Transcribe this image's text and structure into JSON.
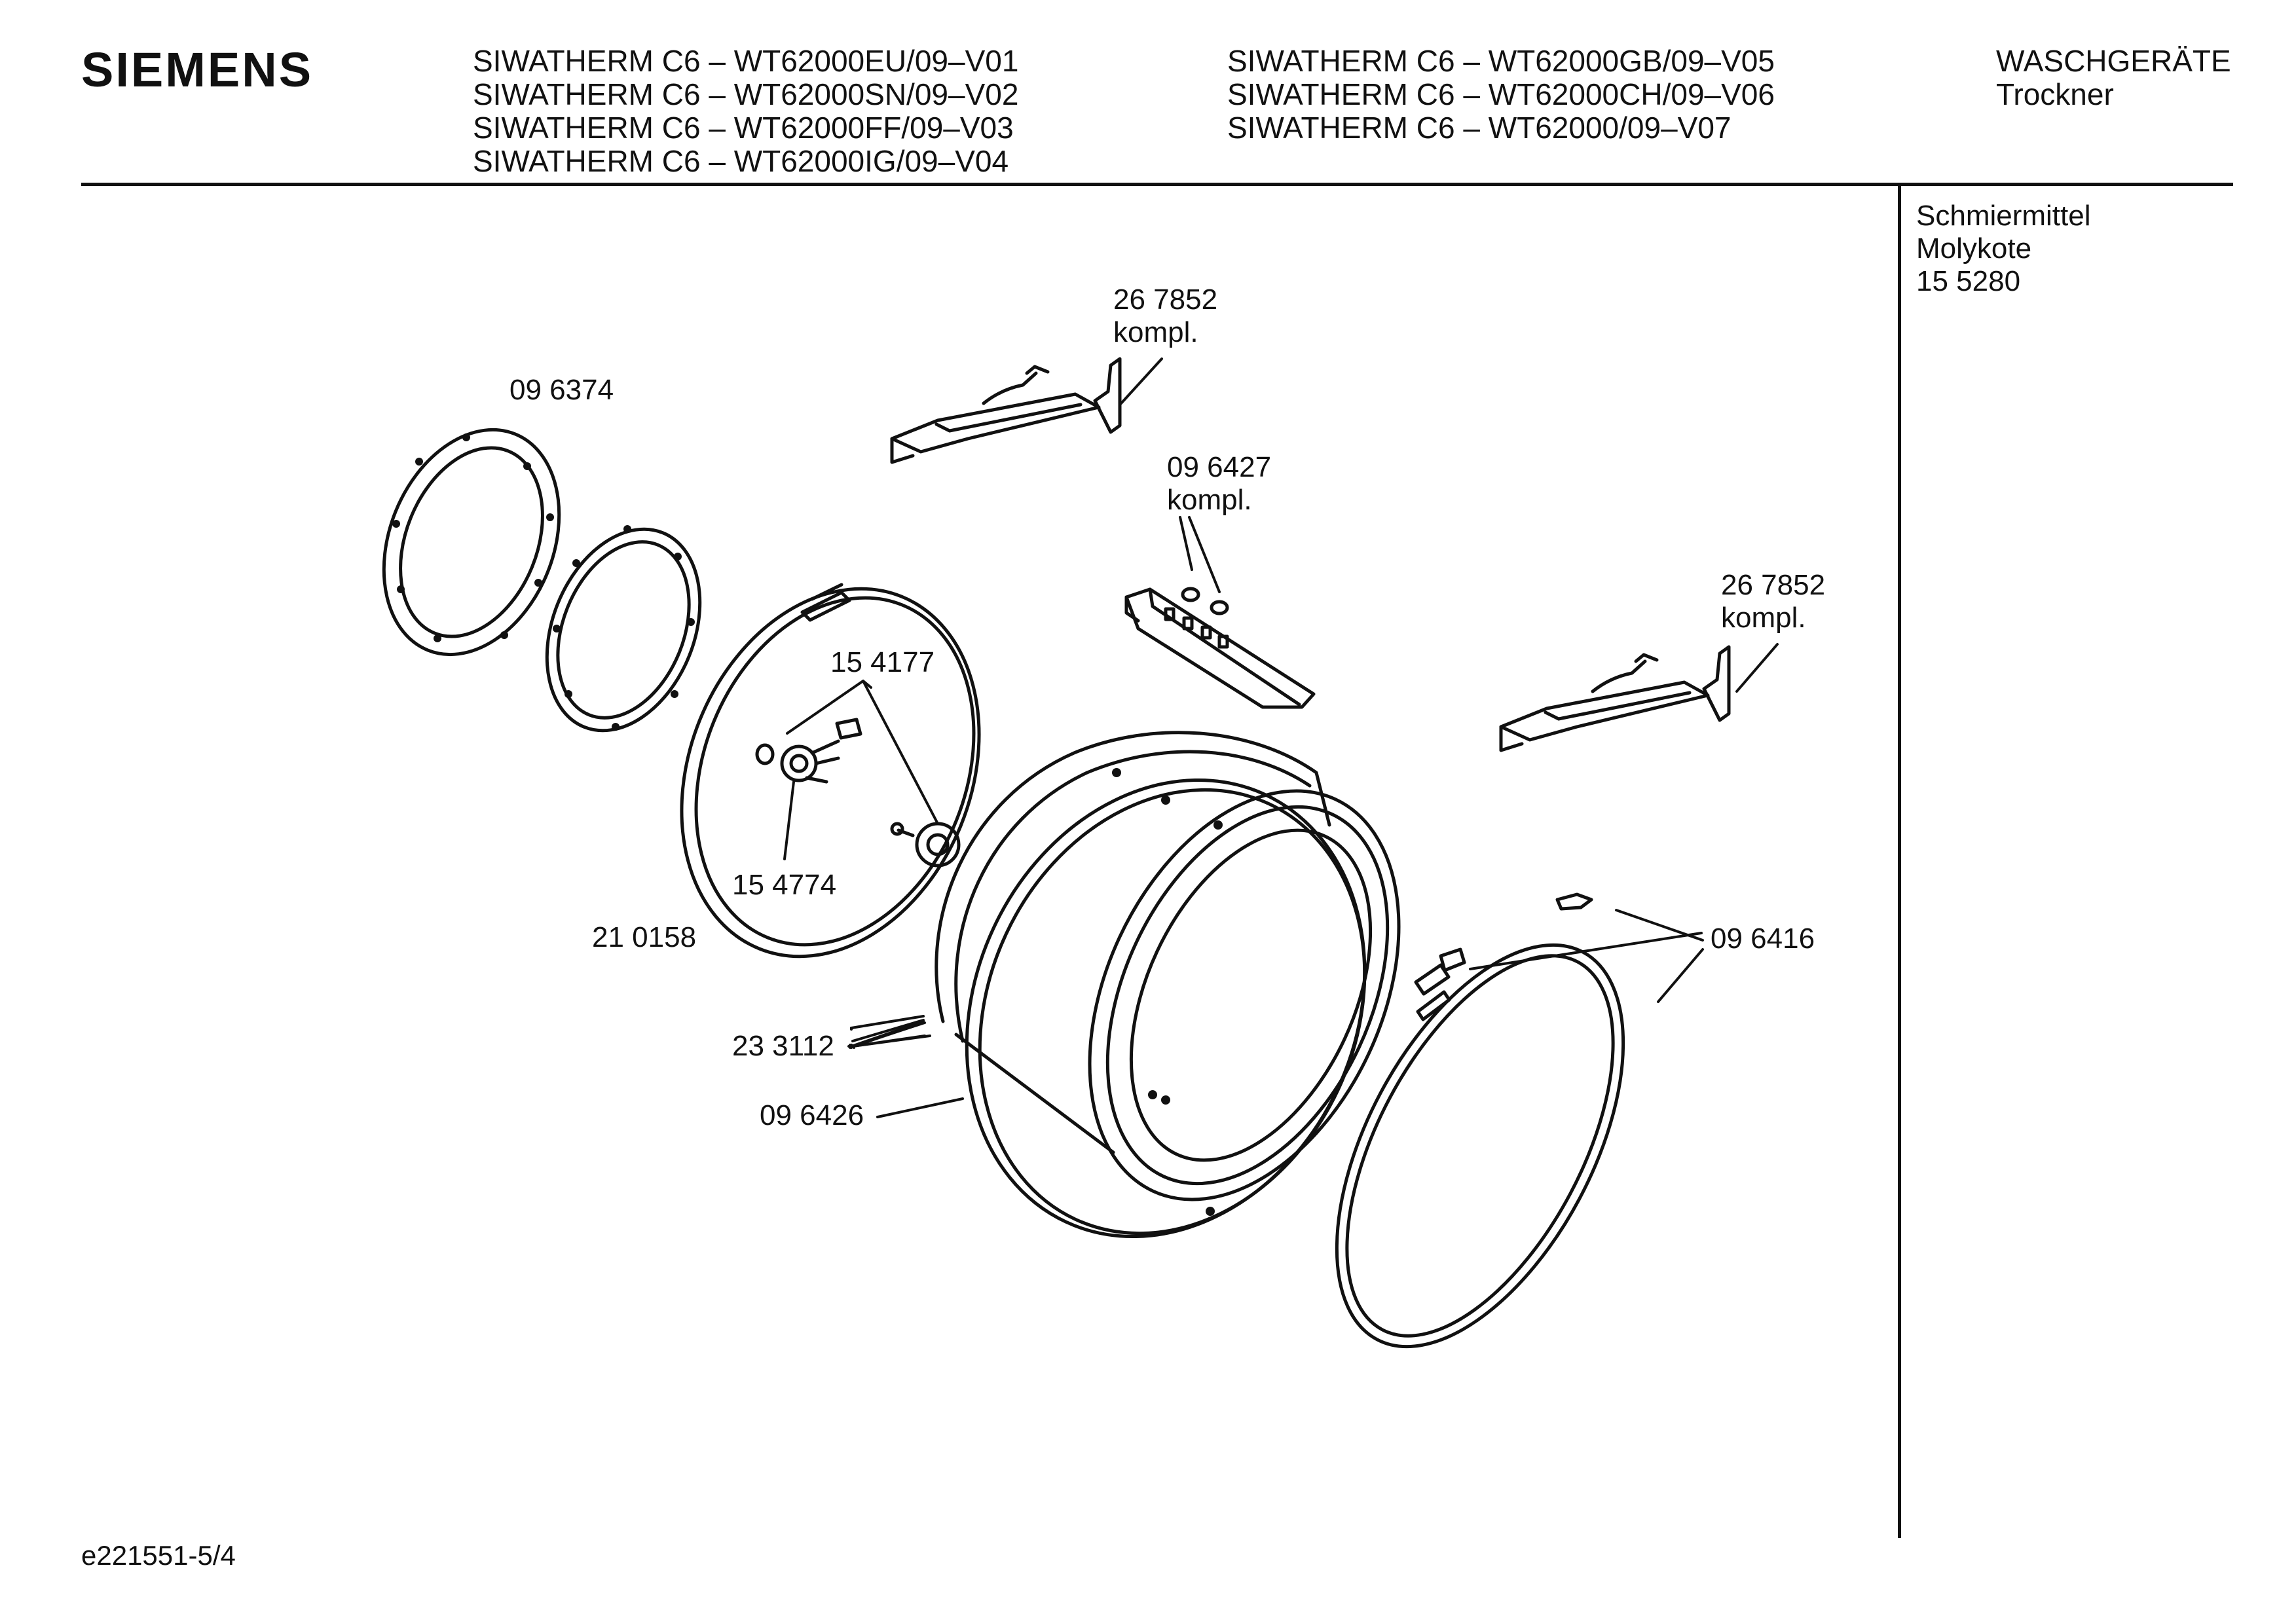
{
  "header": {
    "brand": "SIEMENS",
    "models_left": [
      "SIWATHERM C6 – WT62000EU/09–V01",
      "SIWATHERM C6 – WT62000SN/09–V02",
      "SIWATHERM C6 – WT62000FF/09–V03",
      "SIWATHERM C6 – WT62000IG/09–V04"
    ],
    "models_right": [
      "SIWATHERM C6 – WT62000GB/09–V05",
      "SIWATHERM C6 – WT62000CH/09–V06",
      "SIWATHERM C6 – WT62000/09–V07"
    ],
    "category": "WASCHGERÄTE",
    "subcategory": "Trockner"
  },
  "side_note": {
    "line1": "Schmiermittel",
    "line2": "Molykote",
    "line3": "15 5280"
  },
  "parts": {
    "bracket_top": {
      "number": "26 7852",
      "suffix": "kompl."
    },
    "bracket_right": {
      "number": "26 7852",
      "suffix": "kompl."
    },
    "lamp_holder": {
      "number": "09 6427",
      "suffix": "kompl."
    },
    "rear_gasket": "09 6374",
    "rear_wall_part": "15 4177",
    "bearing_part": "15 4774",
    "rear_wall": "21 0158",
    "drum": "23 3112",
    "drum_seal": "09 6426",
    "front_seal": "09 6416"
  },
  "footer": {
    "code": "e221551-5/4"
  }
}
